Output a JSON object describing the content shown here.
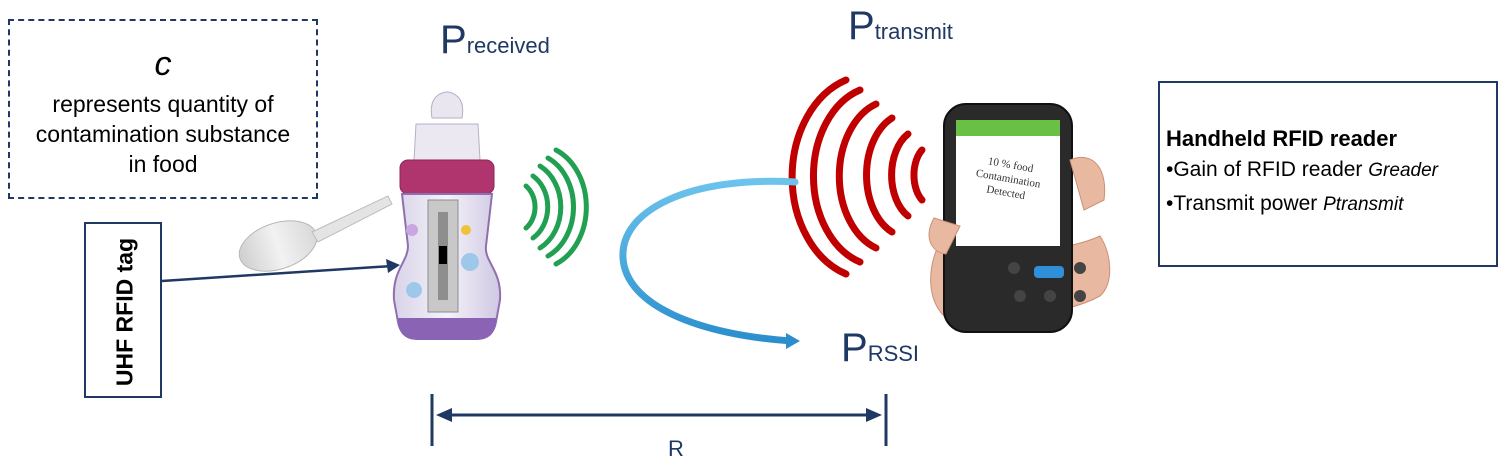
{
  "contamination_box": {
    "symbol": "c",
    "description": "represents quantity of contamination substance in food"
  },
  "tag_label": "UHF RFID tag",
  "reader_box": {
    "title": "Handheld RFID reader",
    "bullets": [
      {
        "text": "•Gain of RFID reader ",
        "var": "Greader"
      },
      {
        "text": "•Transmit power ",
        "var": "Ptransmit"
      }
    ]
  },
  "labels": {
    "p_received": {
      "main": "P",
      "sub": "received"
    },
    "p_transmit": {
      "main": "P",
      "sub": "transmit"
    },
    "p_rssi": {
      "main": "P",
      "sub": "RSSI"
    },
    "distance": "R"
  },
  "screen_text": [
    "10 % food",
    "Contamination",
    "Detected"
  ],
  "colors": {
    "border": "#1f3864",
    "arrow": "#1f3864",
    "green_wave": "#21a052",
    "red_wave": "#c00000",
    "loop_arrow": "#3aa3d8",
    "bottle_cap": "#b0356f",
    "screen_header": "#6abf45"
  }
}
